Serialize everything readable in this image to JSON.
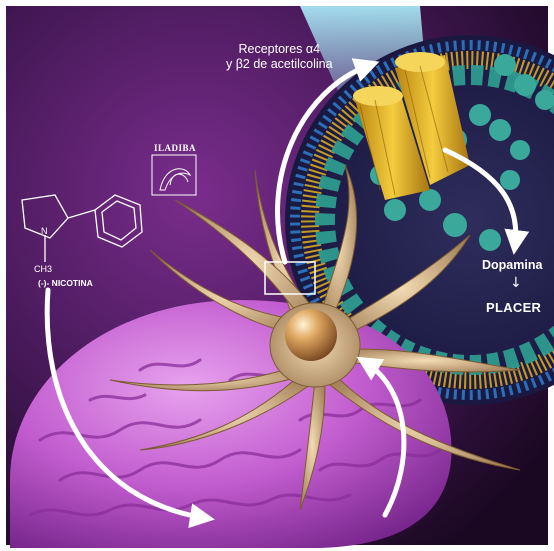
{
  "image": {
    "receptor_label_line1": "Receptores α4",
    "receptor_label_line2": "y β2 de acetilcolina",
    "dopamine_label": "Dopamina",
    "pleasure_label": "PLACER",
    "nicotine_label": "(-)- NICOTINA",
    "methyl_label": "CH3",
    "nitrogen_label": "N",
    "logo_text": "ILADIBA",
    "down_arrow_glyph": "↓"
  },
  "colors": {
    "background_dark": "#1e0a2a",
    "background_mid": "#5a1f6e",
    "brain_pink": "#c65fcf",
    "neuron_tan": "#c8a878",
    "receptor_gold": "#e0b020",
    "membrane_teal": "#3fa49a",
    "arrow_white": "#ffffff"
  }
}
